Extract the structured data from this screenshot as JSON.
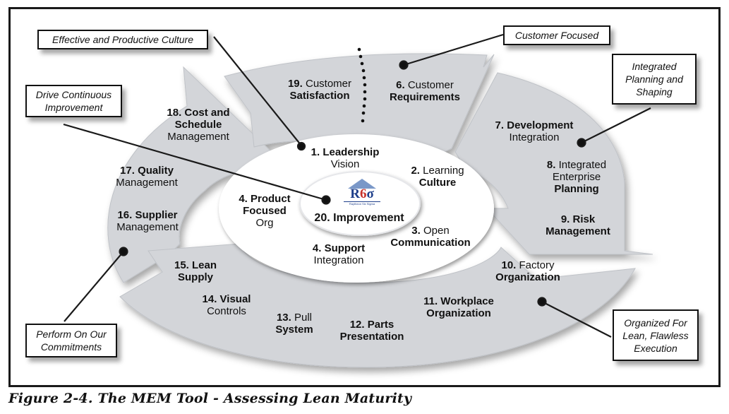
{
  "colors": {
    "ring_fill": "#d3d5d9",
    "ring_shadow": "#a9acb2",
    "center_fill": "#ffffff",
    "line": "#1a1a1a",
    "logo_blue": "#1e3f8a",
    "logo_red": "#c8322a"
  },
  "caption": "Figure 2-4.  The MEM Tool - Assessing Lean Maturity",
  "logo": {
    "letters_r": "R",
    "letters_six": "6",
    "letters_sigma": "σ",
    "subtitle": "Raytheon Six Sigma"
  },
  "callouts": [
    {
      "id": "effective-culture",
      "text": "Effective and Productive Culture"
    },
    {
      "id": "drive-improvement",
      "text": "Drive Continuous Improvement"
    },
    {
      "id": "customer-focused",
      "text": "Customer Focused"
    },
    {
      "id": "integrated-planning",
      "text": "Integrated Planning and Shaping"
    },
    {
      "id": "perform-commitments",
      "text": "Perform On Our Commitments"
    },
    {
      "id": "organized-lean",
      "text": "Organized For Lean, Flawless Execution"
    }
  ],
  "elements": {
    "e1": {
      "num": "1.",
      "line1": "Leadership",
      "line2": "Vision"
    },
    "e2": {
      "num": "2.",
      "line1": "Learning",
      "line2": "Culture"
    },
    "e3": {
      "num": "3.",
      "line1": "Open",
      "line2": "Communication"
    },
    "e4a": {
      "num": "4.",
      "line1": "Product",
      "line2": "Focused",
      "line3": "Org"
    },
    "e4b": {
      "num": "4.",
      "line1": "Support",
      "line2": "Integration"
    },
    "e6": {
      "num": "6.",
      "line1": "Customer",
      "line2": "Requirements"
    },
    "e7": {
      "num": "7.",
      "line1": "Development",
      "line2": "Integration"
    },
    "e8": {
      "num": "8.",
      "line1": "Integrated",
      "line2": "Enterprise",
      "line3": "Planning"
    },
    "e9": {
      "num": "9.",
      "line1": "Risk",
      "line2": "Management"
    },
    "e10": {
      "num": "10.",
      "line1": "Factory",
      "line2": "Organization"
    },
    "e11": {
      "num": "11.",
      "line1": "Workplace",
      "line2": "Organization"
    },
    "e12": {
      "num": "12.",
      "line1": "Parts",
      "line2": "Presentation"
    },
    "e13": {
      "num": "13.",
      "line1": "Pull",
      "line2": "System"
    },
    "e14": {
      "num": "14.",
      "line1": "Visual",
      "line2": "Controls"
    },
    "e15": {
      "num": "15.",
      "line1": "Lean",
      "line2": "Supply"
    },
    "e16": {
      "num": "16.",
      "line1": "Supplier",
      "line2": "Management"
    },
    "e17": {
      "num": "17.",
      "line1": "Quality",
      "line2": "Management"
    },
    "e18": {
      "num": "18.",
      "line1": "Cost and",
      "line2": "Schedule",
      "line3": "Management"
    },
    "e19": {
      "num": "19.",
      "line1": "Customer",
      "line2": "Satisfaction"
    },
    "e20": {
      "num": "20.",
      "line1": "Improvement"
    }
  }
}
